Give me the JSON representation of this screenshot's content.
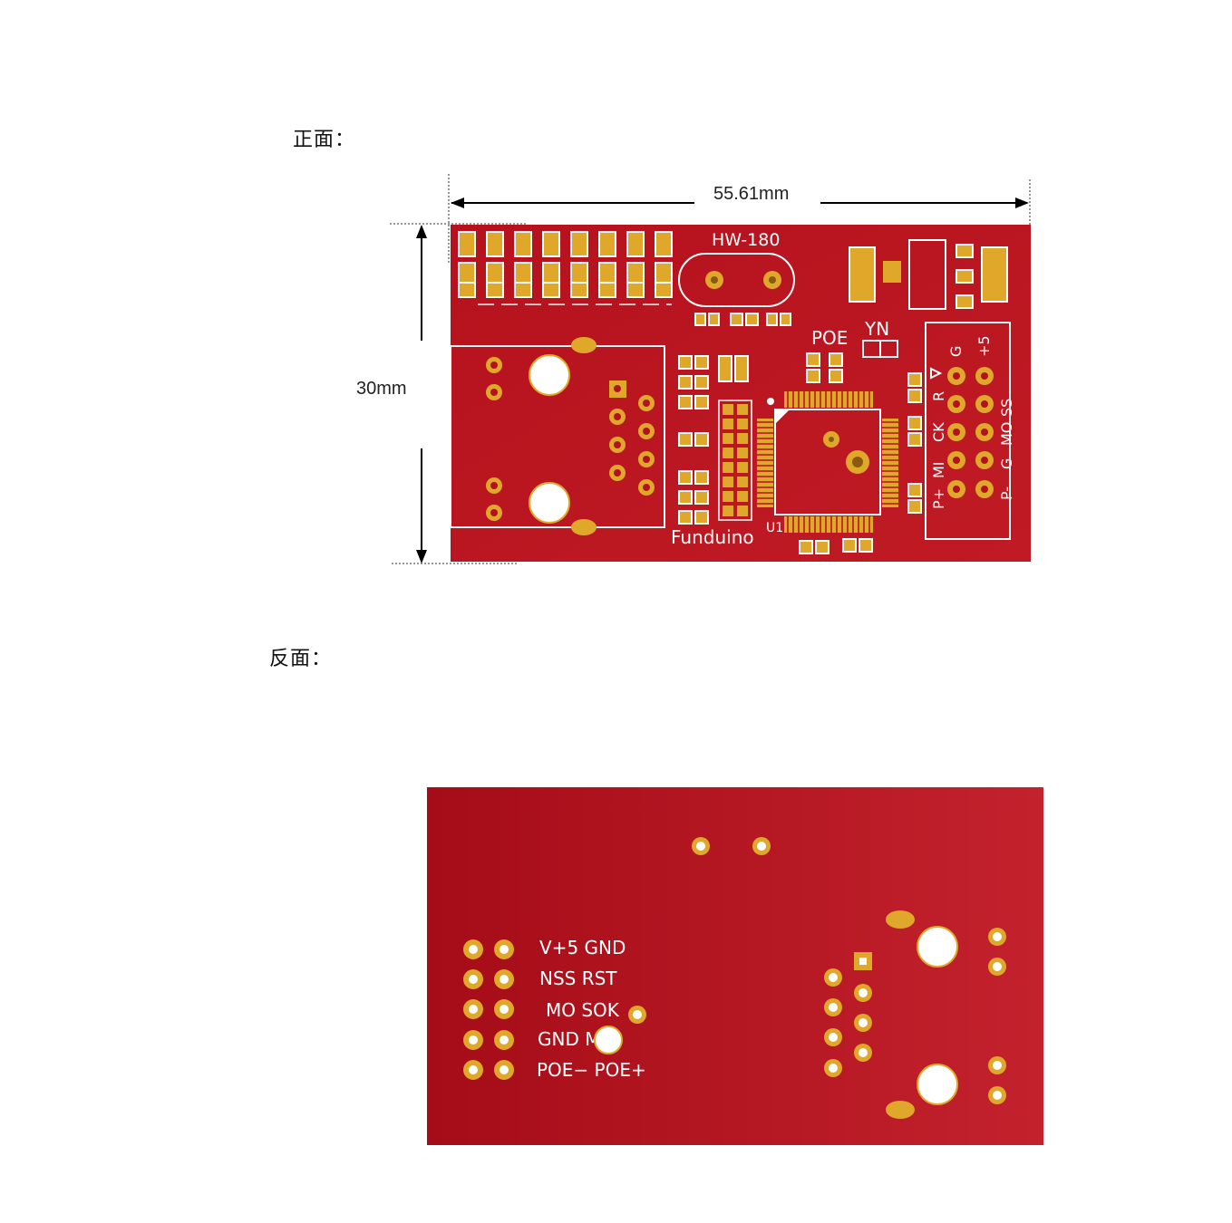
{
  "front": {
    "title": "正面：",
    "width_label": "55.61mm",
    "height_label": "30mm",
    "silkscreen": {
      "model": "HW-180",
      "brand": "Funduino",
      "poe": "POE",
      "yn": "YN",
      "u1": "U1",
      "pin_g": "G",
      "pin_p5": "+5",
      "pin_r": "R",
      "pin_ss": "SS",
      "pin_ck": "CK",
      "pin_mo": "MO",
      "pin_mi": "MI",
      "pin_g2": "G",
      "pin_pp": "P+",
      "pin_pm": "P-"
    }
  },
  "back": {
    "title": "反面：",
    "pin_rows": [
      "V+5  GND",
      "NSS  RST",
      "MO  SOK",
      "GND  MI",
      "POE−  POE+"
    ]
  },
  "colors": {
    "board": "#b3121c",
    "board_back": "#a30d18",
    "pad": "#e0a82a",
    "silk": "#ffffff"
  }
}
